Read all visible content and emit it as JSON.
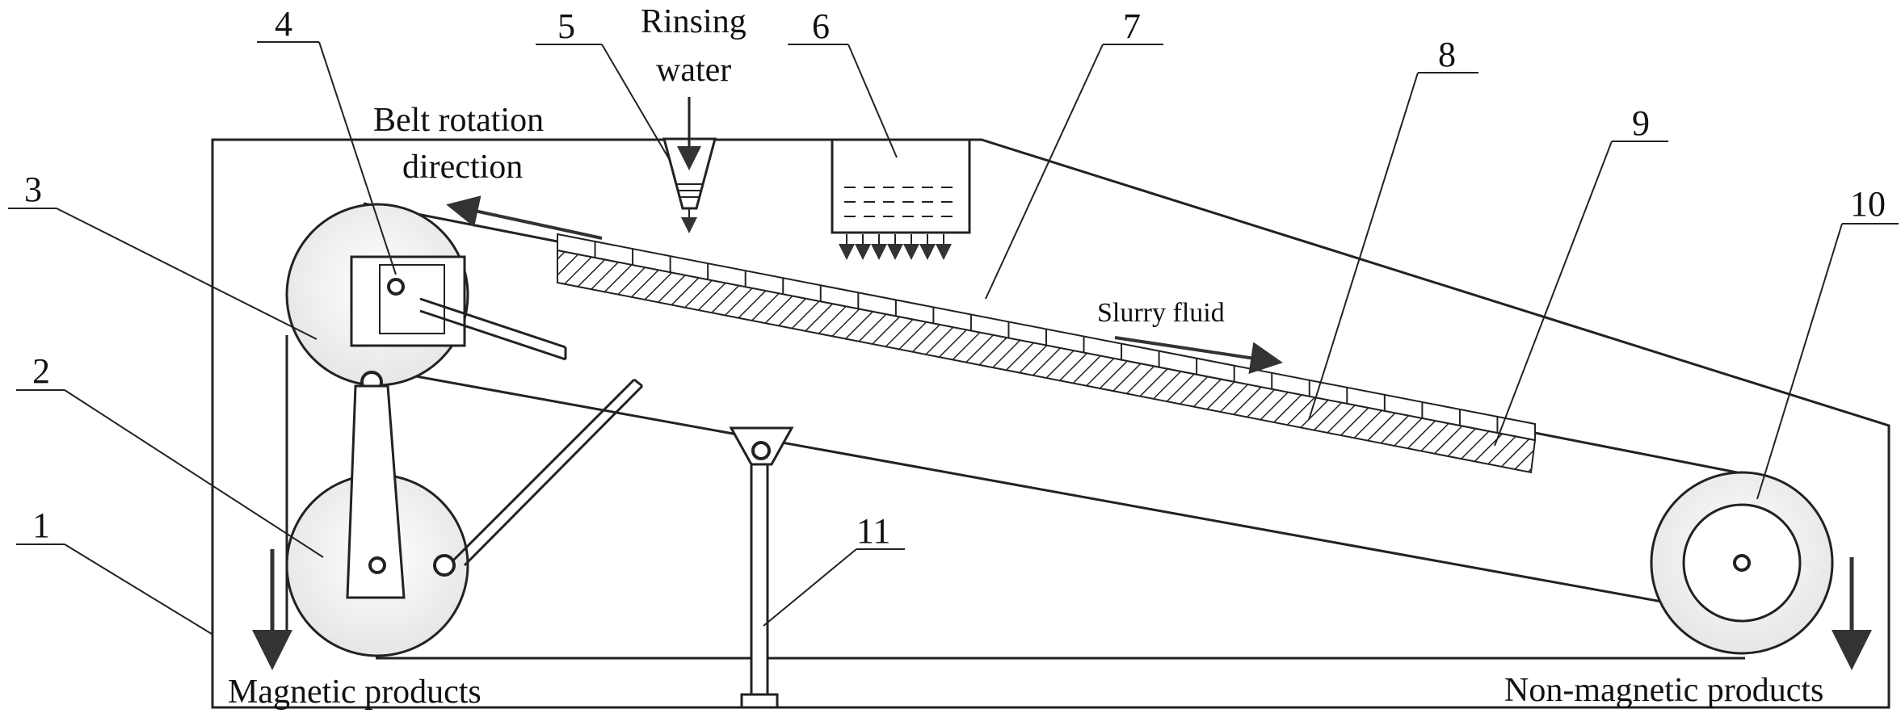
{
  "labels": {
    "n1": "1",
    "n2": "2",
    "n3": "3",
    "n4": "4",
    "n5": "5",
    "n6": "6",
    "n7": "7",
    "n8": "8",
    "n9": "9",
    "n10": "10",
    "n11": "11"
  },
  "text": {
    "rinsing_line1": "Rinsing",
    "rinsing_line2": "water",
    "belt_line1": "Belt rotation",
    "belt_line2": "direction",
    "slurry": "Slurry fluid",
    "magnetic": "Magnetic products",
    "nonmagnetic": "Non-magnetic products"
  }
}
